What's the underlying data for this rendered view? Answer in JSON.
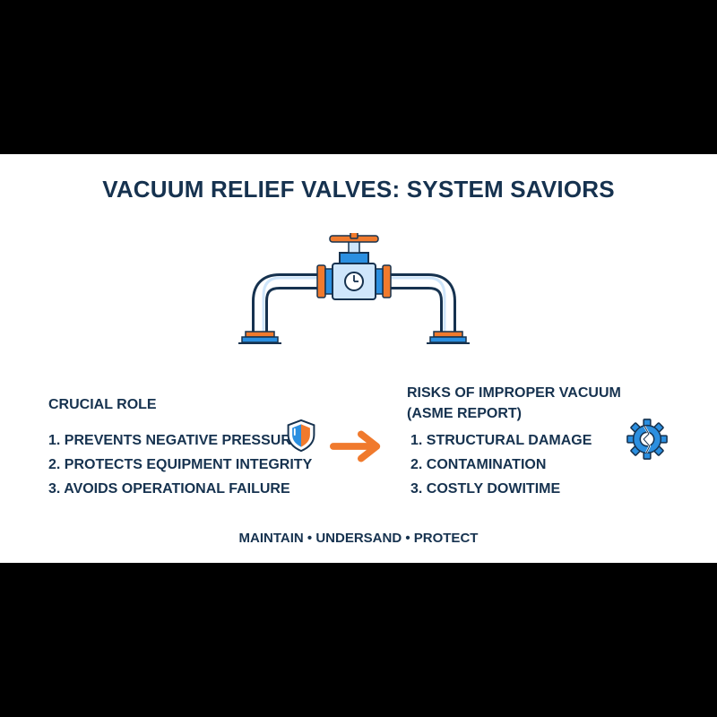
{
  "title": "VACUUM RELIEF VALVES: SYSTEM SAVIORS",
  "left": {
    "heading": "CRUCIAL ROLE",
    "items": [
      "1. PREVENTS NEGATIVE PRESSURE",
      "2. PROTECTS EQUIPMENT INTEGRITY",
      "3. AVOIDS OPERATIONAL FAILURE"
    ]
  },
  "right": {
    "heading_line1": "RISKS OF IMPROPER VACUUM",
    "heading_line2": "(ASME REPORT)",
    "items": [
      "1. STRUCTURAL DAMAGE",
      "2. CONTAMINATION",
      "3. COSTLY DOWITIME"
    ]
  },
  "footer": "MAINTAIN • UNDERSAND • PROTECT",
  "icons": {
    "valve": "valve-pipe-icon",
    "shield": "shield-icon",
    "arrow": "arrow-right-icon",
    "gear": "broken-gear-icon"
  },
  "colors": {
    "navy": "#16324f",
    "blue": "#2b8fe0",
    "light_blue": "#cfe6fb",
    "orange": "#f07a2d"
  }
}
